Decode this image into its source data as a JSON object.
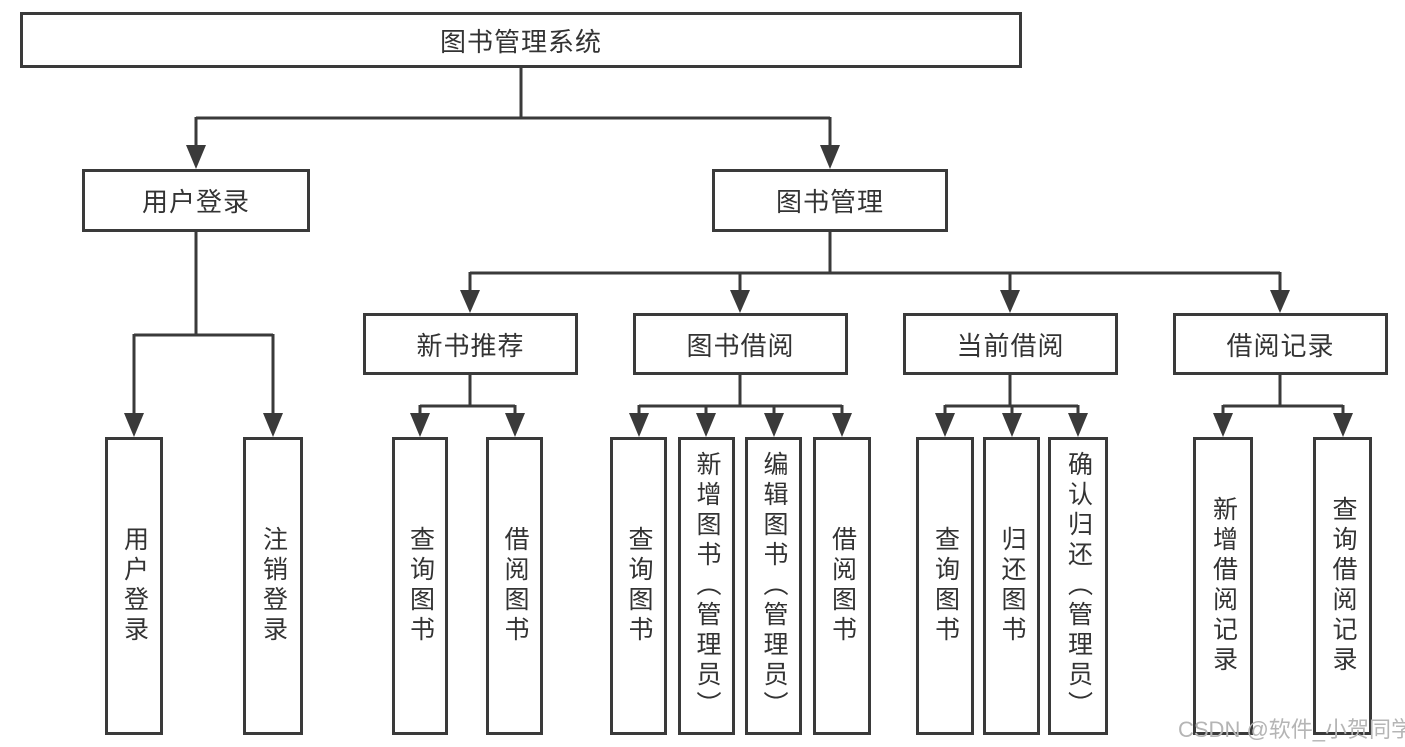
{
  "colors": {
    "line": "#3a3a3a",
    "text": "#333333",
    "watermark": "#b5b5b5",
    "background": "#ffffff"
  },
  "tree": {
    "label": "图书管理系统",
    "children": [
      {
        "label": "用户登录",
        "children": [
          {
            "label": "用户登录"
          },
          {
            "label": "注销登录"
          }
        ]
      },
      {
        "label": "图书管理",
        "children": [
          {
            "label": "新书推荐",
            "children": [
              {
                "label": "查询图书"
              },
              {
                "label": "借阅图书"
              }
            ]
          },
          {
            "label": "图书借阅",
            "children": [
              {
                "label": "查询图书"
              },
              {
                "label": "新增图书（管理员）"
              },
              {
                "label": "编辑图书（管理员）"
              },
              {
                "label": "借阅图书"
              }
            ]
          },
          {
            "label": "当前借阅",
            "children": [
              {
                "label": "查询图书"
              },
              {
                "label": "归还图书"
              },
              {
                "label": "确认归还（管理员）"
              }
            ]
          },
          {
            "label": "借阅记录",
            "children": [
              {
                "label": "新增借阅记录"
              },
              {
                "label": "查询借阅记录"
              }
            ]
          }
        ]
      }
    ]
  },
  "watermark": {
    "text": "CSDN @软件_小贺同学"
  }
}
